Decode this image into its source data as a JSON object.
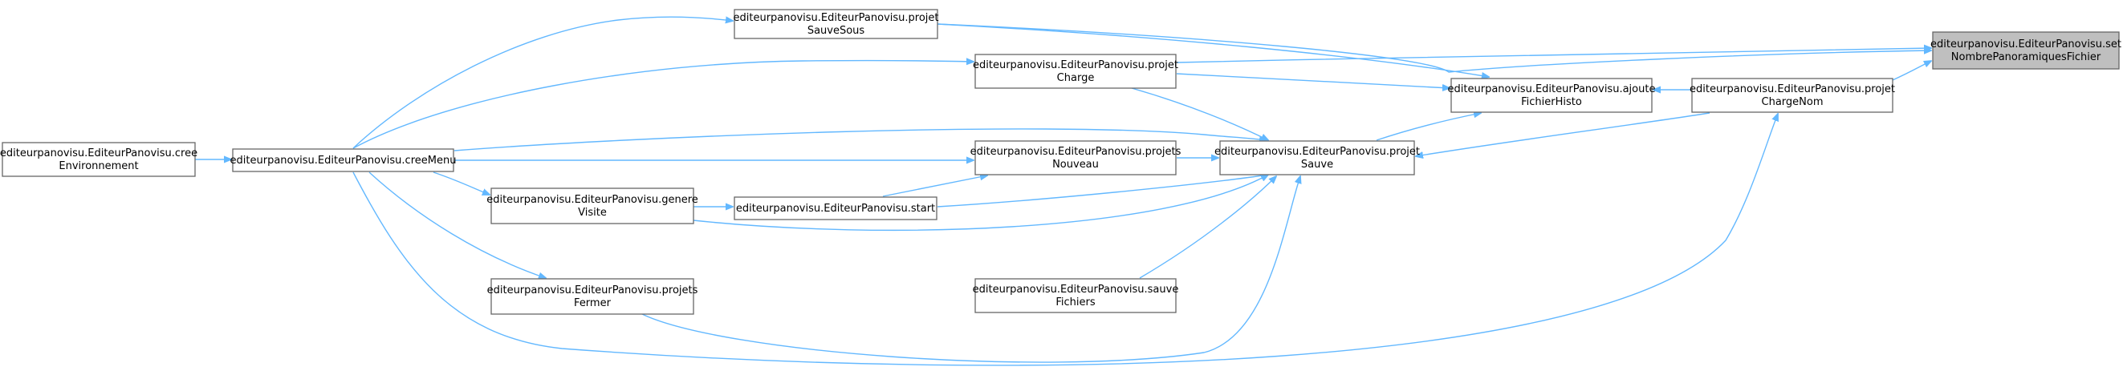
{
  "diagram": {
    "edge_color": "#63b8ff",
    "root_fill": "#bfbfbf",
    "nodes": [
      {
        "id": "setNombre",
        "lines": [
          "editeurpanovisu.EditeurPanovisu.set",
          "NombrePanoramiquesFichier"
        ],
        "root": true
      },
      {
        "id": "projetChargeNom",
        "lines": [
          "editeurpanovisu.EditeurPanovisu.projet",
          "ChargeNom"
        ]
      },
      {
        "id": "ajouteFichierHisto",
        "lines": [
          "editeurpanovisu.EditeurPanovisu.ajoute",
          "FichierHisto"
        ]
      },
      {
        "id": "projetSauveSous",
        "lines": [
          "editeurpanovisu.EditeurPanovisu.projet",
          "SauveSous"
        ]
      },
      {
        "id": "projetCharge",
        "lines": [
          "editeurpanovisu.EditeurPanovisu.projet",
          "Charge"
        ]
      },
      {
        "id": "projetSauve",
        "lines": [
          "editeurpanovisu.EditeurPanovisu.projet",
          "Sauve"
        ]
      },
      {
        "id": "projetsNouveau",
        "lines": [
          "editeurpanovisu.EditeurPanovisu.projets",
          "Nouveau"
        ]
      },
      {
        "id": "start",
        "lines": [
          "editeurpanovisu.EditeurPanovisu.start"
        ]
      },
      {
        "id": "genereVisite",
        "lines": [
          "editeurpanovisu.EditeurPanovisu.genere",
          "Visite"
        ]
      },
      {
        "id": "creeMenu",
        "lines": [
          "editeurpanovisu.EditeurPanovisu.creeMenu"
        ]
      },
      {
        "id": "creeEnvironnement",
        "lines": [
          "editeurpanovisu.EditeurPanovisu.cree",
          "Environnement"
        ]
      },
      {
        "id": "projetsFermer",
        "lines": [
          "editeurpanovisu.EditeurPanovisu.projets",
          "Fermer"
        ]
      },
      {
        "id": "sauveFichiers",
        "lines": [
          "editeurpanovisu.EditeurPanovisu.sauve",
          "Fichiers"
        ]
      }
    ],
    "edges": [
      {
        "from": "projetChargeNom",
        "to": "setNombre"
      },
      {
        "from": "projetSauveSous",
        "to": "setNombre"
      },
      {
        "from": "projetCharge",
        "to": "setNombre"
      },
      {
        "from": "projetChargeNom",
        "to": "ajouteFichierHisto"
      },
      {
        "from": "projetSauveSous",
        "to": "ajouteFichierHisto"
      },
      {
        "from": "projetCharge",
        "to": "ajouteFichierHisto"
      },
      {
        "from": "projetSauve",
        "to": "ajouteFichierHisto"
      },
      {
        "from": "projetChargeNom",
        "to": "projetSauve"
      },
      {
        "from": "creeMenu",
        "to": "projetSauveSous"
      },
      {
        "from": "creeMenu",
        "to": "projetCharge"
      },
      {
        "from": "creeMenu",
        "to": "projetSauve"
      },
      {
        "from": "creeMenu",
        "to": "projetsNouveau"
      },
      {
        "from": "creeMenu",
        "to": "genereVisite"
      },
      {
        "from": "creeMenu",
        "to": "projetsFermer"
      },
      {
        "from": "creeMenu",
        "to": "projetChargeNom"
      },
      {
        "from": "creeEnvironnement",
        "to": "creeMenu"
      },
      {
        "from": "projetCharge",
        "to": "projetSauve"
      },
      {
        "from": "projetsNouveau",
        "to": "projetSauve"
      },
      {
        "from": "start",
        "to": "projetSauve"
      },
      {
        "from": "start",
        "to": "projetsNouveau"
      },
      {
        "from": "genereVisite",
        "to": "start"
      },
      {
        "from": "genereVisite",
        "to": "projetSauve"
      },
      {
        "from": "projetsFermer",
        "to": "projetSauve"
      },
      {
        "from": "sauveFichiers",
        "to": "projetSauve"
      }
    ]
  }
}
